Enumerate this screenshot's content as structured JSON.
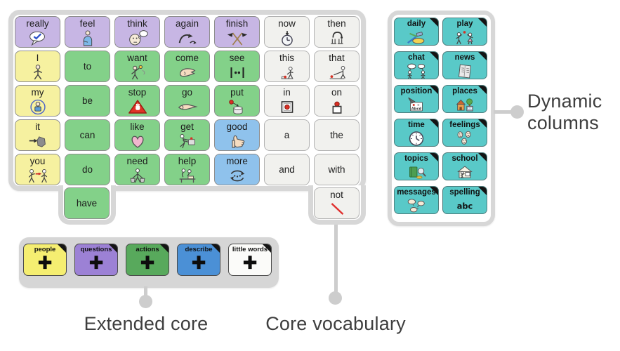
{
  "colors": {
    "purple": "#c7b6e4",
    "yellow": "#f6f1a0",
    "green": "#83d189",
    "blue": "#8fc2ec",
    "white": "#f1f1ee",
    "teal": "#59c9c8",
    "panel_border": "#d7d7d7",
    "connector": "#cdcdcd",
    "extended_yellow": "#f5ee71",
    "extended_purple": "#9c81d5",
    "extended_green": "#58a95c",
    "extended_blue": "#4b90d6",
    "extended_white": "#fbfbf9"
  },
  "board": {
    "core": {
      "cells": [
        {
          "label": "really",
          "color": "purple",
          "icon": "speech-check"
        },
        {
          "label": "feel",
          "color": "purple",
          "icon": "feel-person"
        },
        {
          "label": "think",
          "color": "purple",
          "icon": "think-face"
        },
        {
          "label": "again",
          "color": "purple",
          "icon": "again-arrow"
        },
        {
          "label": "finish",
          "color": "purple",
          "icon": "finish-flags"
        },
        {
          "label": "now",
          "color": "white",
          "icon": "now-clock"
        },
        {
          "label": "then",
          "color": "white",
          "icon": "then-arch"
        },
        {
          "label": "I",
          "color": "yellow",
          "icon": "i-figure"
        },
        {
          "label": "to",
          "color": "green",
          "icon": null
        },
        {
          "label": "want",
          "color": "green",
          "icon": "want-reach"
        },
        {
          "label": "come",
          "color": "green",
          "icon": "come-hand"
        },
        {
          "label": "see",
          "color": "green",
          "icon": "see-eyes"
        },
        {
          "label": "this",
          "color": "white",
          "icon": "this-near"
        },
        {
          "label": "that",
          "color": "white",
          "icon": "that-far"
        },
        {
          "label": "my",
          "color": "yellow",
          "icon": "my-circle"
        },
        {
          "label": "be",
          "color": "green",
          "icon": null
        },
        {
          "label": "stop",
          "color": "green",
          "icon": "stop-warning"
        },
        {
          "label": "go",
          "color": "green",
          "icon": "go-point"
        },
        {
          "label": "put",
          "color": "green",
          "icon": "put-drop"
        },
        {
          "label": "in",
          "color": "white",
          "icon": "in-square"
        },
        {
          "label": "on",
          "color": "white",
          "icon": "on-square"
        },
        {
          "label": "it",
          "color": "yellow",
          "icon": "it-shape"
        },
        {
          "label": "can",
          "color": "green",
          "icon": null
        },
        {
          "label": "like",
          "color": "green",
          "icon": "heart"
        },
        {
          "label": "get",
          "color": "green",
          "icon": "get-grab"
        },
        {
          "label": "good",
          "color": "blue",
          "icon": "thumb-up"
        },
        {
          "label": "a",
          "color": "white",
          "icon": null
        },
        {
          "label": "the",
          "color": "white",
          "icon": null
        },
        {
          "label": "you",
          "color": "yellow",
          "icon": "you-point"
        },
        {
          "label": "do",
          "color": "green",
          "icon": null
        },
        {
          "label": "need",
          "color": "green",
          "icon": "need-bags"
        },
        {
          "label": "help",
          "color": "green",
          "icon": "help-table"
        },
        {
          "label": "more",
          "color": "blue",
          "icon": "more-swirl"
        },
        {
          "label": "and",
          "color": "white",
          "icon": null
        },
        {
          "label": "with",
          "color": "white",
          "icon": null
        }
      ],
      "overflow_cells": [
        {
          "label": "have",
          "color": "green",
          "icon": null,
          "pocket": "have-pocket"
        },
        {
          "label": "not",
          "color": "white",
          "icon": "not-slash",
          "pocket": "not-pocket"
        }
      ]
    },
    "dynamic": {
      "cells": [
        {
          "label": "daily",
          "icon": "daily-grooming"
        },
        {
          "label": "play",
          "icon": "play-figures"
        },
        {
          "label": "chat",
          "icon": "chat-figures"
        },
        {
          "label": "news",
          "icon": "news-paper"
        },
        {
          "label": "position",
          "icon": "position-card"
        },
        {
          "label": "places",
          "icon": "places-house"
        },
        {
          "label": "time",
          "icon": "time-clock"
        },
        {
          "label": "feelings",
          "icon": "feelings-faces"
        },
        {
          "label": "topics",
          "icon": "topics-book"
        },
        {
          "label": "school",
          "icon": "school-house"
        },
        {
          "label": "messages",
          "icon": "messages-bubbles"
        },
        {
          "label": "spelling",
          "icon": "abc-text"
        }
      ]
    },
    "extended": {
      "plus_symbol": "+",
      "cells": [
        {
          "label": "people",
          "color": "extended_yellow"
        },
        {
          "label": "questions",
          "color": "extended_purple"
        },
        {
          "label": "actions",
          "color": "extended_green"
        },
        {
          "label": "describe",
          "color": "extended_blue"
        },
        {
          "label": "little words",
          "color": "extended_white"
        }
      ]
    }
  },
  "annotations": {
    "dynamic_columns_line1": "Dynamic",
    "dynamic_columns_line2": "columns",
    "extended_core": "Extended core",
    "core_vocabulary": "Core vocabulary"
  }
}
